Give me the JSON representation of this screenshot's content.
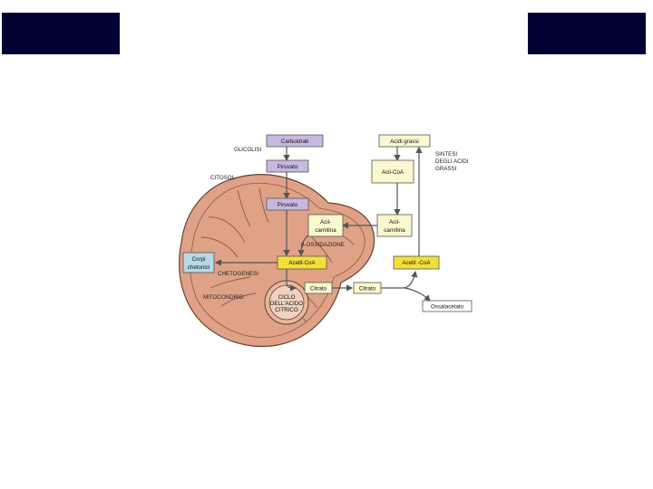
{
  "diagram": {
    "region_labels": {
      "glicolisi": "GLICOLISI",
      "citosol": "CITOSOL",
      "beta_ossidazione": "β-OSSIDAZIONE",
      "chetogenesi": "CHETOGENESI",
      "mitocondrio": "MITOCONDRIO",
      "sintesi_1": "SINTESI",
      "sintesi_2": "DEGLI ACIDI",
      "sintesi_3": "GRASSI"
    },
    "boxes": {
      "carboidrati": "Carboidrati",
      "piruvato_citosol": "Piruvato",
      "piruvato_mito": "Piruvato",
      "acidi_grassi": "Acidi grassi",
      "acil_coa": "Acil-CoA",
      "acil_carnitina_mito_1": "Acil-",
      "acil_carnitina_mito_2": "carnitina",
      "acil_carnitina_cyto_1": "Acil-",
      "acil_carnitina_cyto_2": "carnitina",
      "acetil_coa_mito": "Acetil-CoA",
      "acetil_coa_cyto": "Acetil -CoA",
      "corpi_chetonici_1": "Corpi",
      "corpi_chetonici_2": "chetonici",
      "citrato_mito": "Citrato",
      "citrato_cyto": "Citrato",
      "ossalacetato": "Ossalacetato",
      "ciclo_1": "CICLO",
      "ciclo_2": "DELL'ACIDO",
      "ciclo_3": "CITRICO"
    },
    "colors": {
      "mitochondrion": "#dfa286",
      "glycolysis_box": "#c8b8e0",
      "acetyl_coa_box": "#f2e03a",
      "fatty_acid_box": "#fbf7cf",
      "ketone_box": "#b8d8ea",
      "header_block": "#000033"
    }
  }
}
